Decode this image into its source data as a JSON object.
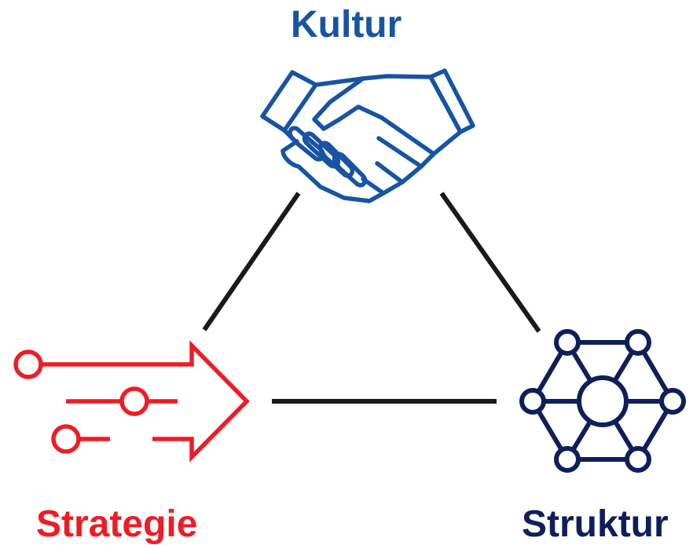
{
  "nodes": {
    "kultur": {
      "label": "Kultur",
      "icon": "handshake-icon",
      "color": "#1754a3"
    },
    "strategie": {
      "label": "Strategie",
      "icon": "arrow-paths-icon",
      "color": "#ee1c25"
    },
    "struktur": {
      "label": "Struktur",
      "icon": "hexagon-network-icon",
      "color": "#0e1f5b"
    }
  },
  "connectors": {
    "color": "#1a1a1a",
    "links": [
      "kultur-strategie",
      "kultur-struktur",
      "strategie-struktur"
    ]
  }
}
